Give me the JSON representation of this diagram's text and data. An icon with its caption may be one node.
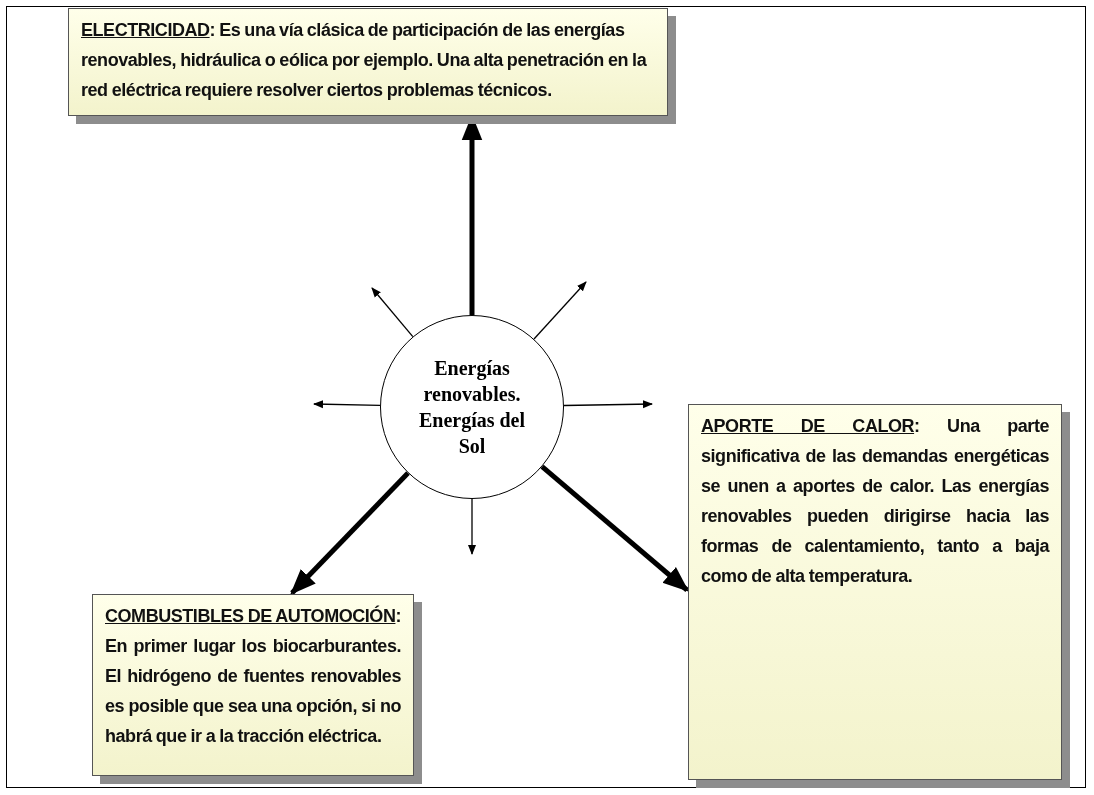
{
  "diagram": {
    "nodes": [
      {
        "text": [
          "ELECTRICIDAD",
          ": Es una vía clásica de participación de las energías renovables, hidráulica o eólica por ejemplo. Una alta penetración en la red eléctrica requiere resolver ciertos problemas técnicos."
        ]
      },
      {
        "text": [
          "Energías renovables. Energías del Sol"
        ]
      },
      {
        "text": [
          "APORTE DE CALOR",
          ": Una parte significativa de las demandas energéticas se unen a aportes de calor. Las energías renovables pueden dirigirse hacia las formas de calentamiento, tanto a baja como de alta temperatura."
        ]
      },
      {
        "text": [
          "COMBUSTIBLES DE AUTOMOCIÓN",
          ": En primer lugar los biocarburantes. El hidrógeno de fuentes renovables es posible que sea una opción, si no habrá que ir a la tracción eléctrica."
        ]
      }
    ],
    "edges": [
      {
        "from": 1,
        "to": 0,
        "arrow": "to",
        "style": "thick"
      },
      {
        "from": 1,
        "to": 2,
        "arrow": "to",
        "style": "thick"
      },
      {
        "from": 1,
        "to": 3,
        "arrow": "to",
        "style": "thick"
      },
      {
        "from": 1,
        "to": null,
        "arrow": "to"
      },
      {
        "from": 1,
        "to": null,
        "arrow": "to"
      },
      {
        "from": 1,
        "to": null,
        "arrow": "to"
      },
      {
        "from": 1,
        "to": null,
        "arrow": "to"
      },
      {
        "from": 1,
        "to": null,
        "arrow": "to"
      }
    ]
  }
}
